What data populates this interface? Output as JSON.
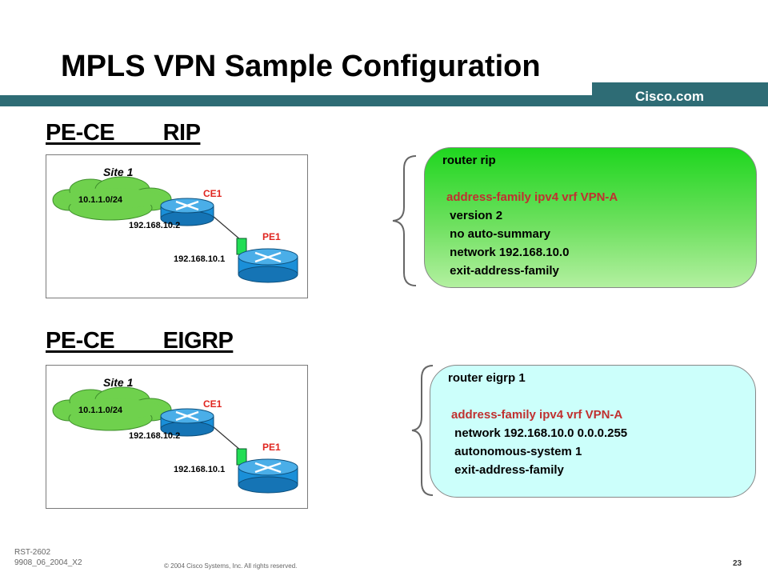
{
  "header": {
    "title": "MPLS VPN Sample Configuration",
    "brand": "Cisco.com"
  },
  "sections": [
    {
      "heading": "PE-CE        RIP",
      "diagram": {
        "site_label": "Site 1",
        "subnet": "10.1.1.0/24",
        "ce_label": "CE1",
        "pe_label": "PE1",
        "ce_ip": "192.168.10.2",
        "pe_ip": "192.168.10.1"
      },
      "config": {
        "lines": [
          "router rip",
          "",
          "address-family ipv4 vrf VPN-A",
          " version 2",
          " no auto-summary",
          " network 192.168.10.0",
          " exit-address-family"
        ]
      }
    },
    {
      "heading": "PE-CE        EIGRP",
      "diagram": {
        "site_label": "Site 1",
        "subnet": "10.1.1.0/24",
        "ce_label": "CE1",
        "pe_label": "PE1",
        "ce_ip": "192.168.10.2",
        "pe_ip": "192.168.10.1"
      },
      "config": {
        "lines": [
          "router eigrp 1",
          "",
          "address-family ipv4 vrf VPN-A",
          " network 192.168.10.0 0.0.0.255",
          " autonomous-system 1",
          " exit-address-family"
        ]
      }
    }
  ],
  "footer": {
    "course": "RST-2602",
    "code": "9908_06_2004_X2",
    "copyright": "© 2004 Cisco Systems, Inc. All rights reserved.",
    "page": "23"
  },
  "colors": {
    "header_bar": "#2e6c75",
    "cloud": "#6fd14d",
    "router": "#1a8fd8",
    "highlight": "#c03030",
    "green_box": "#3ad63a",
    "cyan_box": "#ccfffb"
  },
  "icons": [
    "router-icon",
    "cloud-icon",
    "brace-icon",
    "interface-marker-icon"
  ]
}
